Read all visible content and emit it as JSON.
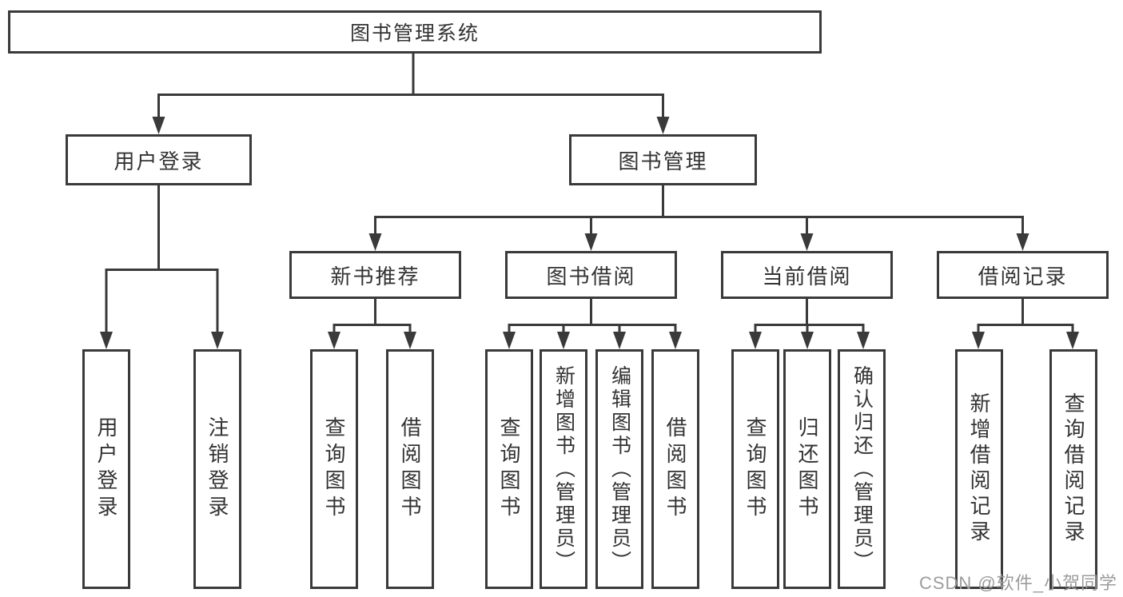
{
  "diagram": {
    "root": {
      "label": "图书管理系统"
    },
    "login": {
      "label": "用户登录",
      "children": [
        "用户登录",
        "注销登录"
      ]
    },
    "management": {
      "label": "图书管理",
      "children": [
        {
          "label": "新书推荐",
          "children": [
            "查询图书",
            "借阅图书"
          ]
        },
        {
          "label": "图书借阅",
          "children": [
            "查询图书",
            "新增图书（管理员）",
            "编辑图书（管理员）",
            "借阅图书"
          ]
        },
        {
          "label": "当前借阅",
          "children": [
            "查询图书",
            "归还图书",
            "确认归还（管理员）"
          ]
        },
        {
          "label": "借阅记录",
          "children": [
            "新增借阅记录",
            "查询借阅记录"
          ]
        }
      ]
    }
  },
  "watermark": {
    "text": "CSDN @软件_小贺同学"
  },
  "colors": {
    "line": "#3a3a3a",
    "text": "#333333",
    "watermark": "#9c9c9c",
    "bg": "#ffffff"
  }
}
